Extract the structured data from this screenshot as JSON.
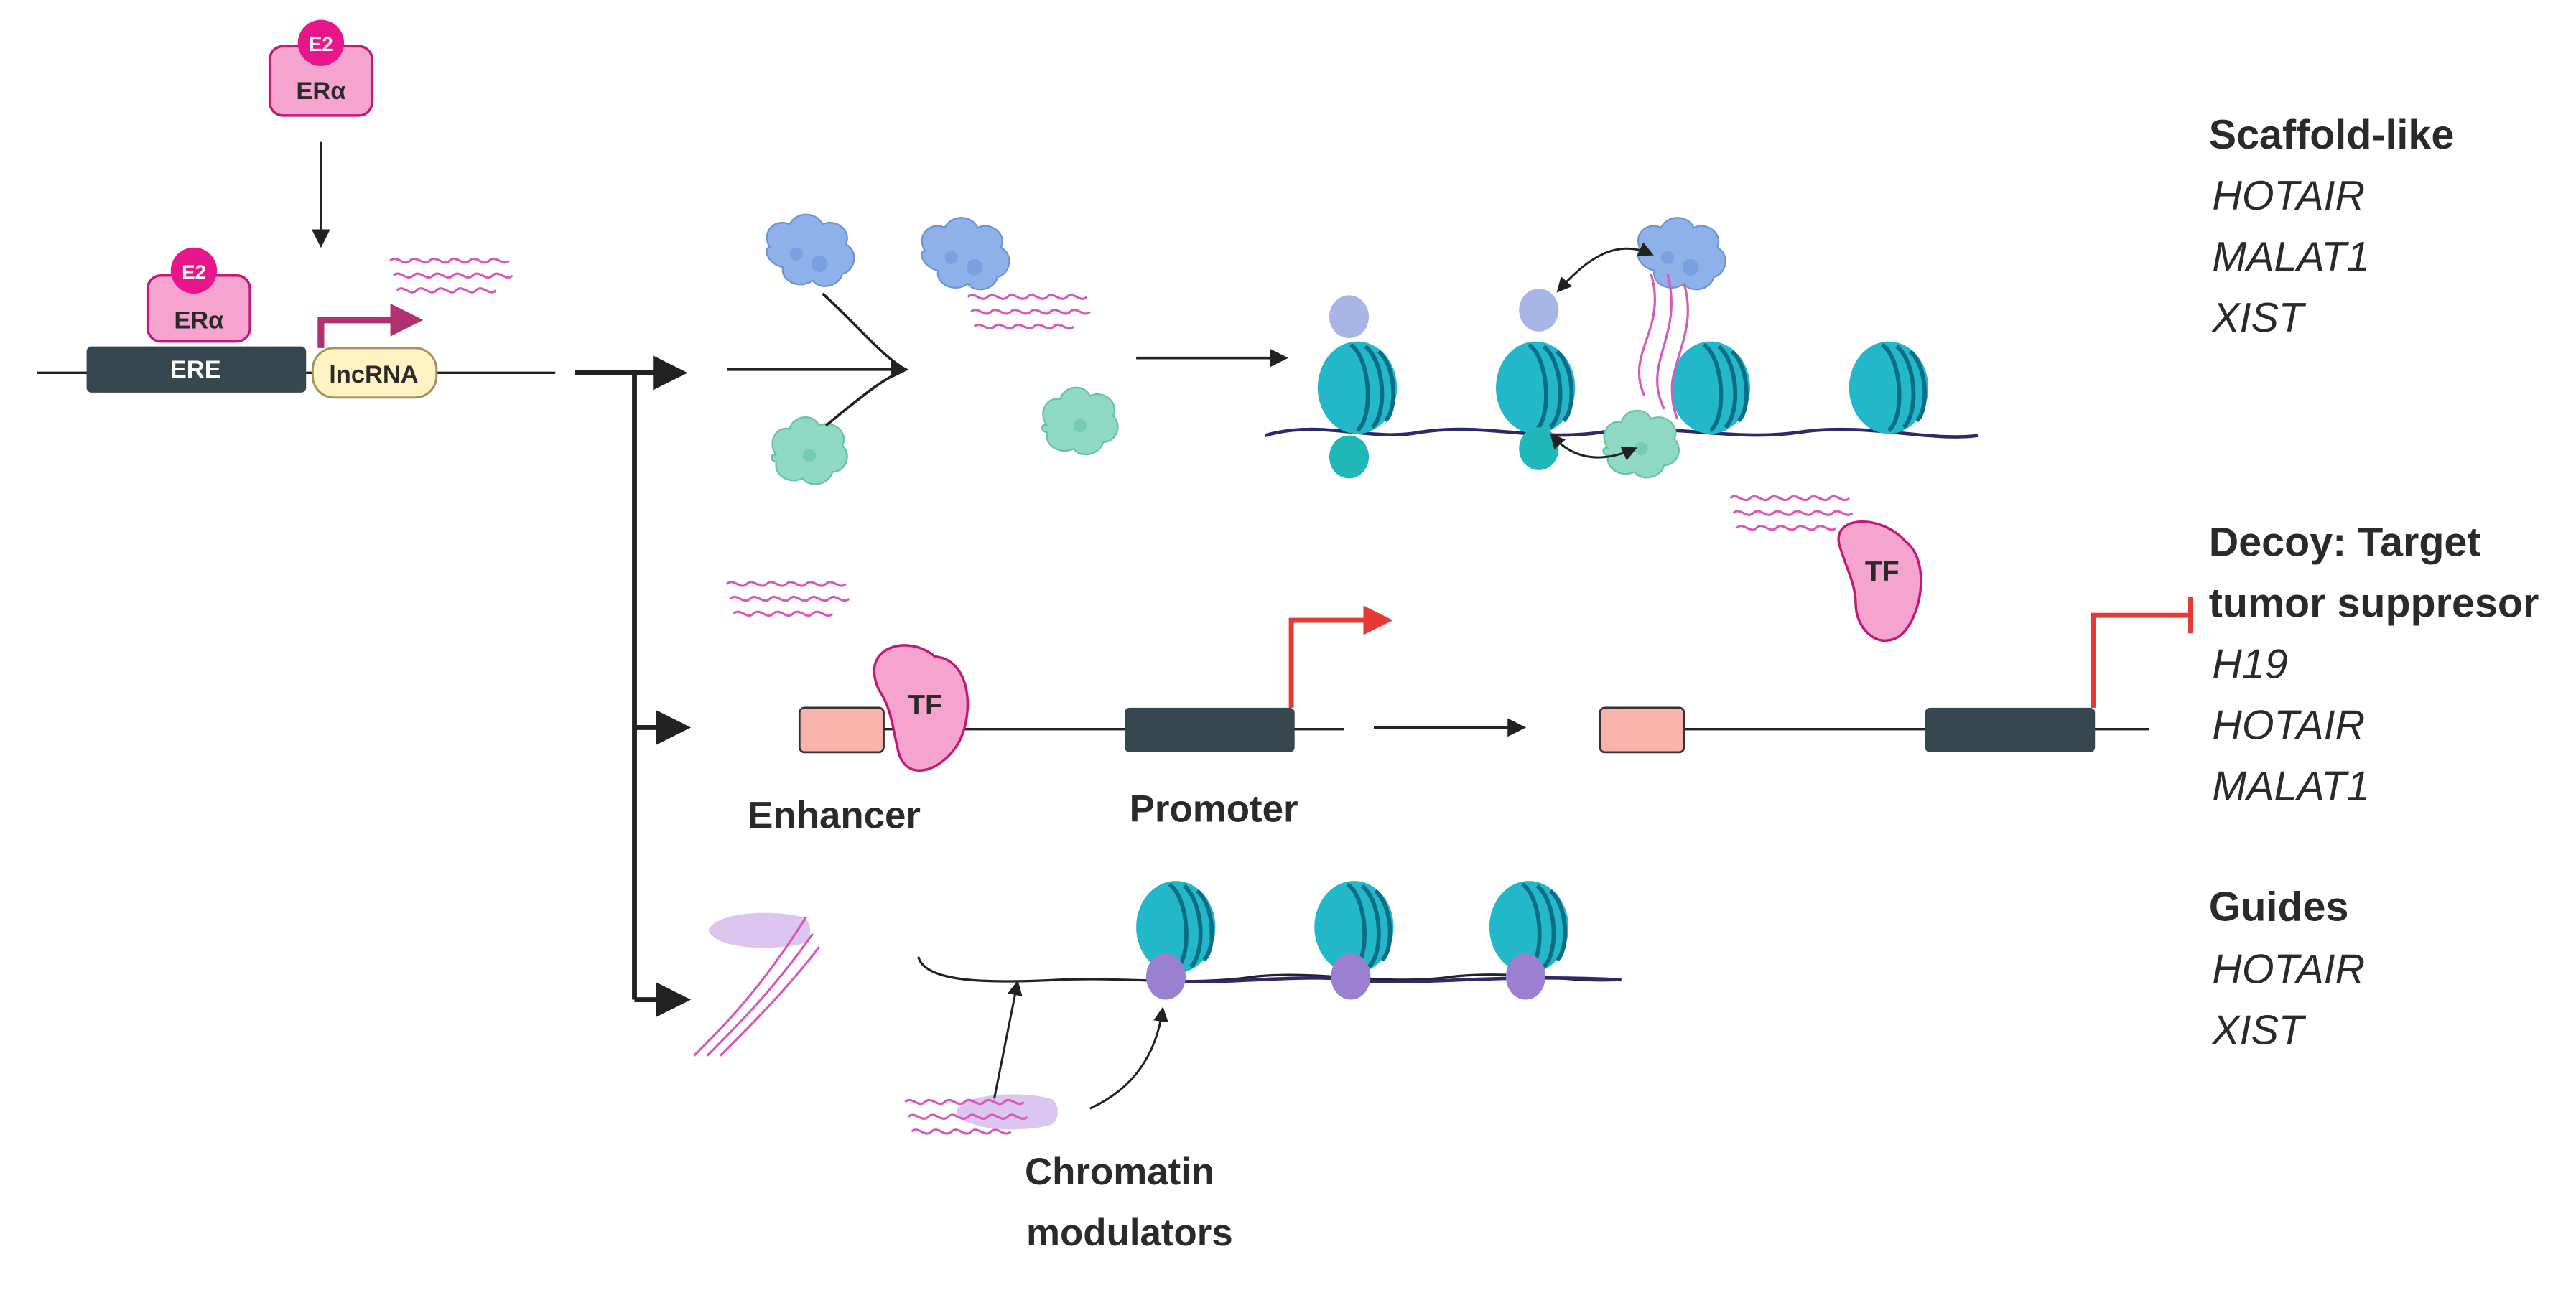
{
  "receptor": {
    "ligand": "E2",
    "receptor": "ERα",
    "element": "ERE",
    "gene": "lncRNA"
  },
  "scaffold": {
    "title": "Scaffold-like",
    "examples": [
      "HOTAIR",
      "MALAT1",
      "XIST"
    ]
  },
  "decoy": {
    "title_line1": "Decoy: Target",
    "title_line2": "tumor suppresor",
    "examples": [
      "H19",
      "HOTAIR",
      "MALAT1"
    ],
    "tf_label": "TF",
    "enhancer_label": "Enhancer",
    "promoter_label": "Promoter"
  },
  "guides": {
    "title": "Guides",
    "examples": [
      "HOTAIR",
      "XIST"
    ],
    "modulator_line1": "Chromatin",
    "modulator_line2": "modulators"
  },
  "colors": {
    "pink": "#f5a3cf",
    "pink_stroke": "#c2187a",
    "magenta": "#e8168a",
    "dark_box": "#37474f",
    "teal": "#22b8c9",
    "teal_dark": "#0a6d86",
    "blue_protein": "#8fb1ea",
    "green_protein": "#8fd9c4",
    "red_arrow": "#e53935",
    "rna": "#d65ab9",
    "lavender": "#dcc6ef",
    "purple": "#9b7fd1"
  }
}
